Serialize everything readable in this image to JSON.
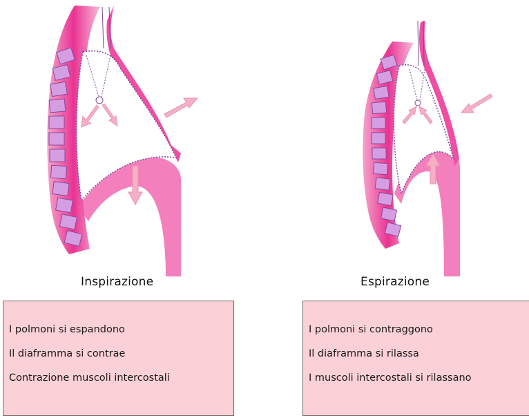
{
  "panels": [
    {
      "caption": "Inspirazione",
      "points": [
        "I polmoni si espandono",
        "Il diaframma si contrae",
        "Contrazione muscoli intercostali"
      ]
    },
    {
      "caption": "Espirazione",
      "points": [
        "I polmoni si contraggono",
        "Il diaframma si rilassa",
        "I muscoli intercostali si rilassano"
      ]
    }
  ],
  "colors": {
    "tissue": "#ec2f93",
    "tissue_light": "#f6b6d4",
    "vertebra": "#d59ee2",
    "arrow": "#f6b0c6",
    "box_fill": "#fbd0d6"
  }
}
